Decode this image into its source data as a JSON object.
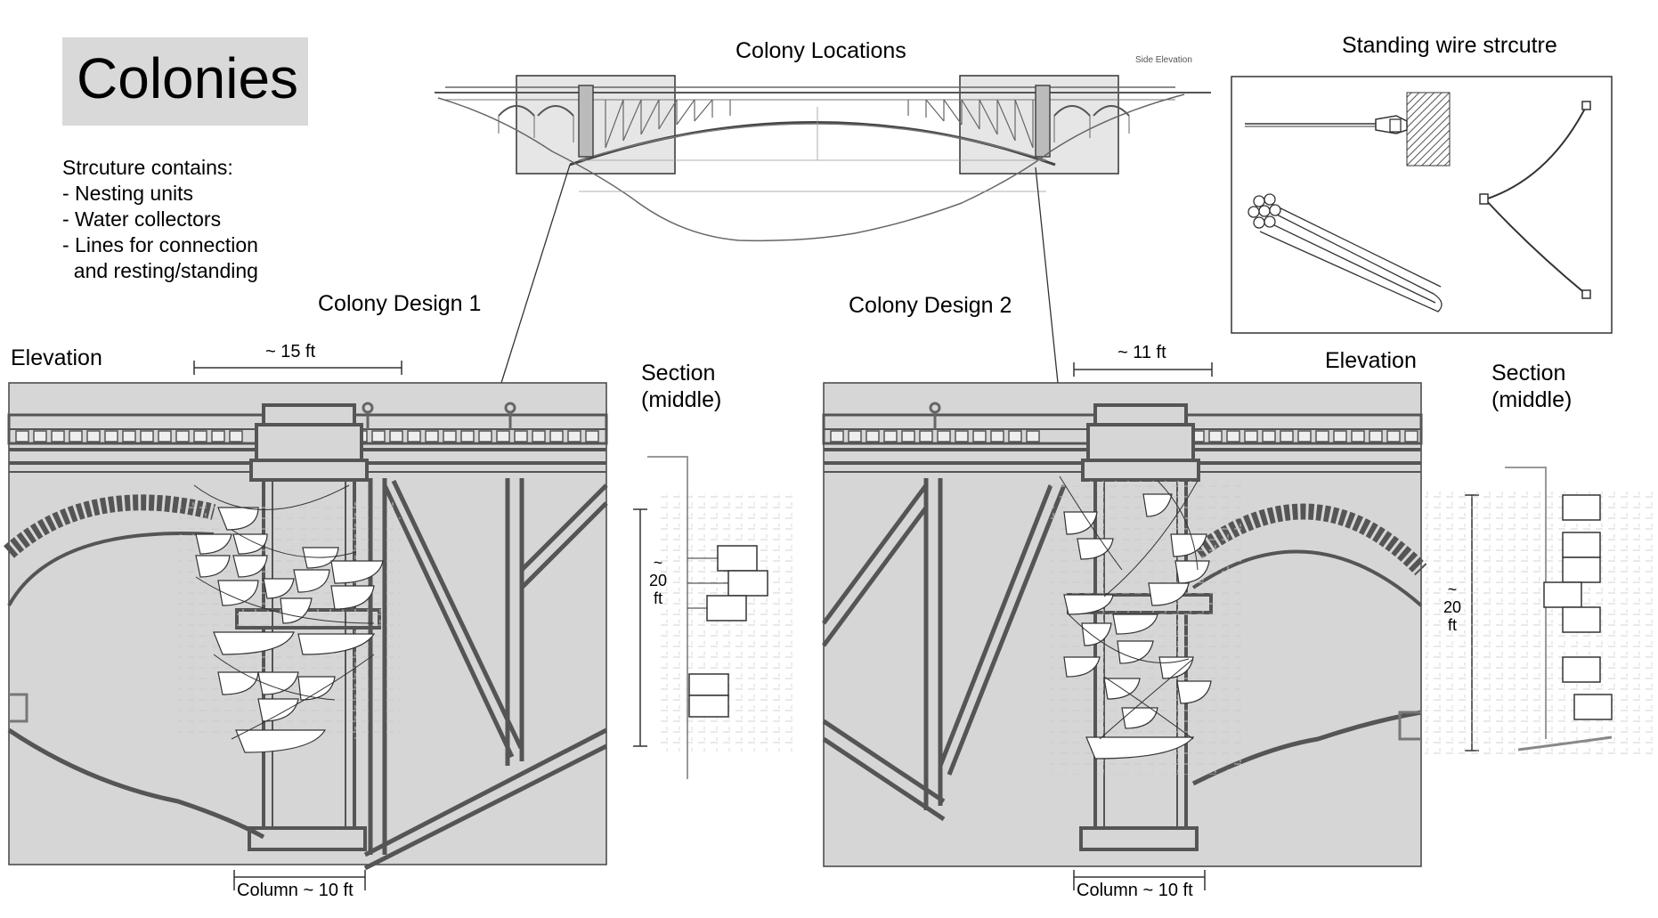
{
  "title": "Colonies",
  "contains": {
    "heading": "Strcuture contains:",
    "items": [
      "- Nesting units",
      "- Water collectors",
      "- Lines for connection",
      "  and resting/standing"
    ]
  },
  "locations_label": "Colony Locations",
  "side_elevation_label": "Side Elevation",
  "wire_label": "Standing wire strcutre",
  "design1": {
    "label": "Colony Design 1",
    "elevation": "Elevation",
    "width_dim": "~ 15 ft",
    "column_dim": "Column ~ 10 ft",
    "section": [
      "Section",
      "(middle)"
    ],
    "height_dim": [
      "~",
      "20",
      "ft"
    ]
  },
  "design2": {
    "label": "Colony Design 2",
    "elevation": "Elevation",
    "width_dim": "~ 11 ft",
    "column_dim": "Column ~ 10 ft",
    "section": [
      "Section",
      "(middle)"
    ],
    "height_dim": [
      "~",
      "20",
      "ft"
    ]
  }
}
